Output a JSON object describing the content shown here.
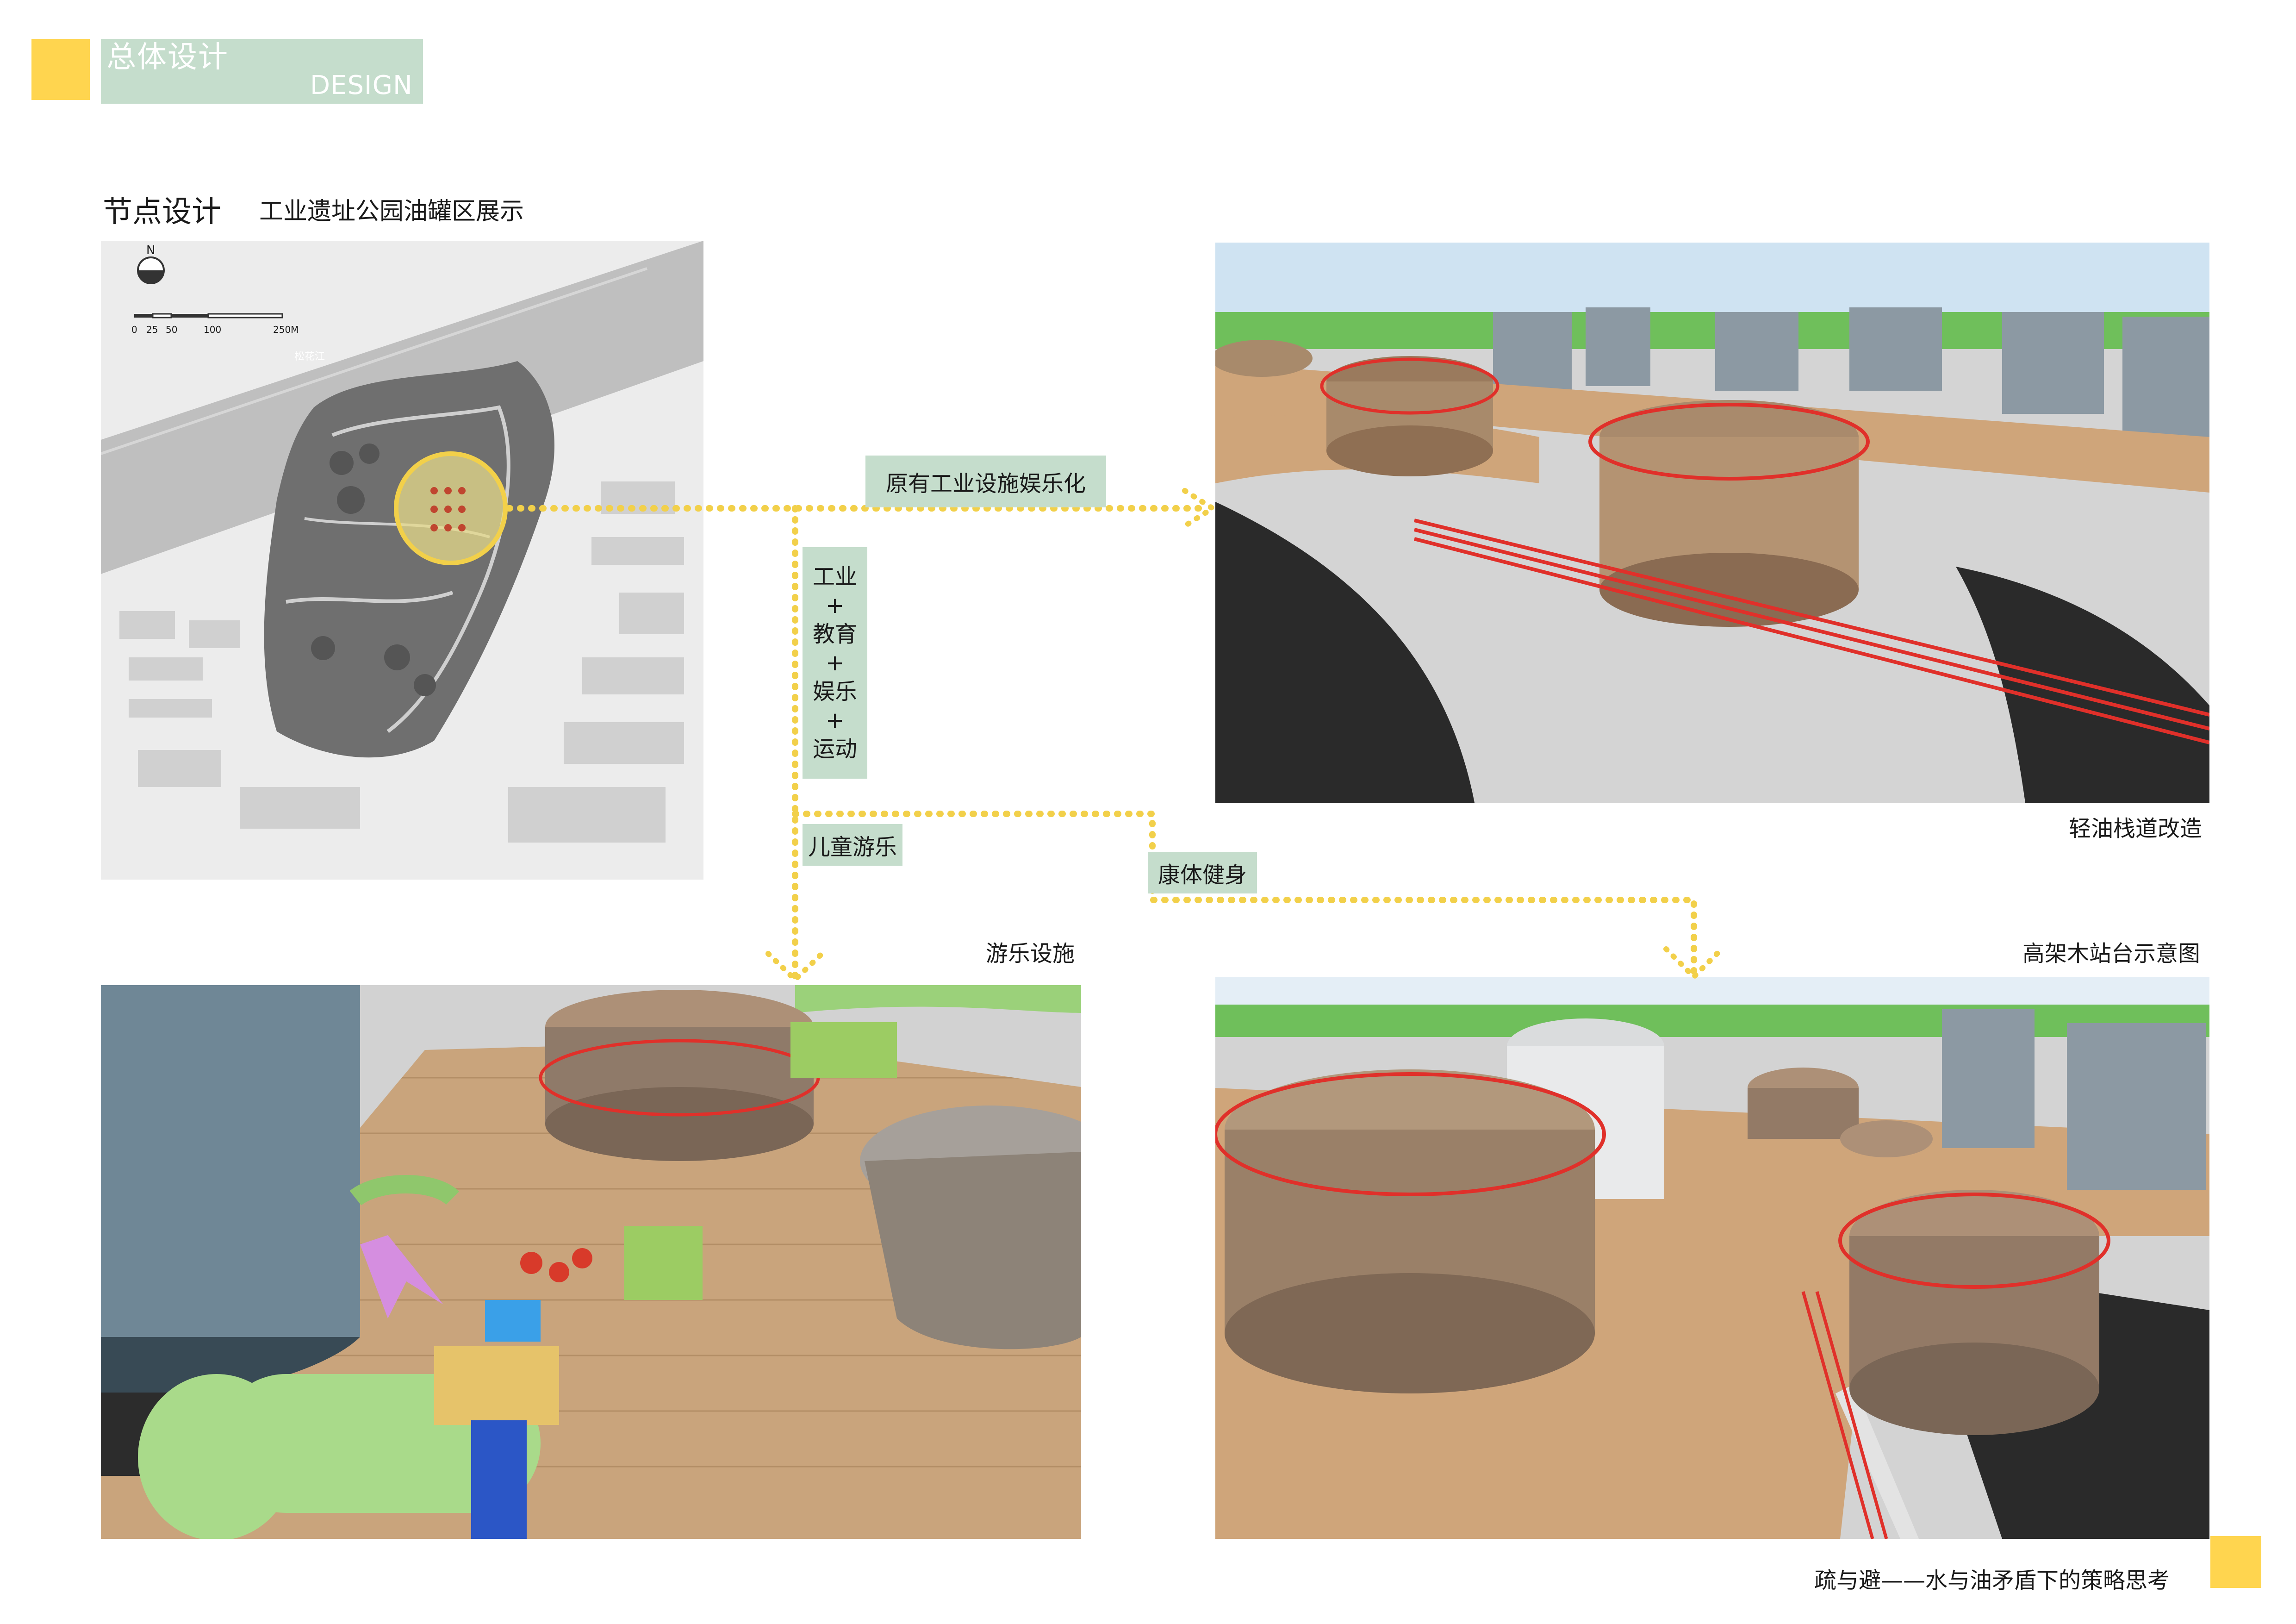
{
  "header": {
    "title": "总体设计",
    "subtitle_en": "DESIGN"
  },
  "section": {
    "title": "节点设计",
    "subtitle": "工业遗址公园油罐区展示"
  },
  "map": {
    "north": "N",
    "scale_ticks": [
      "0",
      "25",
      "50",
      "100",
      "250M"
    ],
    "river_label": "松花江"
  },
  "tags": {
    "industrial_entertainment": "原有工业设施娱乐化",
    "children": "儿童游乐",
    "fitness": "康体健身",
    "combo": [
      "工业",
      "+",
      "教育",
      "+",
      "娱乐",
      "+",
      "运动"
    ]
  },
  "captions": {
    "light_oil": "轻油栈道改造",
    "elevated": "高架木站台示意图",
    "playground": "游乐设施"
  },
  "footer": {
    "text": "疏与避——水与油矛盾下的策略思考"
  },
  "colors": {
    "accent_yellow": "#ffd54f",
    "band_green": "#c5ddcc",
    "dotted_path": "#f2d04a"
  }
}
